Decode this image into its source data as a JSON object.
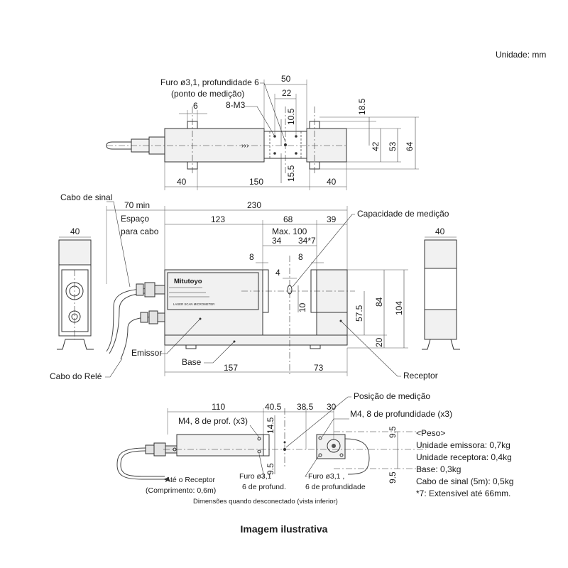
{
  "unit_label": "Unidade: mm",
  "caption": "Imagem ilustrativa",
  "top_view": {
    "hole_label_1": "Furo ø3,1, profundidade 6",
    "hole_label_2": "(ponto de medição)",
    "thread_label": "8-M3",
    "dims": {
      "d6": "6",
      "d50": "50",
      "d22": "22",
      "d10_5": "10.5",
      "d15_5": "15.5",
      "d18_5": "18.5",
      "d42": "42",
      "d53": "53",
      "d64": "64",
      "d40_left": "40",
      "d150": "150",
      "d40_right": "40"
    }
  },
  "front_view": {
    "signal_cable": "Cabo de sinal",
    "min_70": "70 min",
    "space_1": "Espaço",
    "space_2": "para cabo",
    "measure_capacity": "Capacidade de medição",
    "emitter": "Emissor",
    "base": "Base",
    "receiver": "Receptor",
    "relay_cable": "Cabo do Relé",
    "brand": "Mitutoyo",
    "product": "LASER SCAN MICROMETER",
    "dims": {
      "d230": "230",
      "d123": "123",
      "d68": "68",
      "d39": "39",
      "max100": "Max. 100",
      "d34a": "34",
      "d34b": "34*7",
      "d8a": "8",
      "d8b": "8",
      "d4": "4",
      "d10": "10",
      "d57_5": "57.5",
      "d84": "84",
      "d104": "104",
      "d20": "20",
      "d157": "157",
      "d73": "73",
      "d40_side_left": "40",
      "d40_side_right": "40"
    }
  },
  "bottom_view": {
    "position_label": "Posição de medição",
    "m4_left": "M4, 8 de prof. (x3)",
    "m4_right": "M4, 8 de profundidade (x3)",
    "hole_left_1": "Furo ø3,1",
    "hole_left_2": "6 de profund.",
    "hole_right_1": "Furo ø3,1 ,",
    "hole_right_2": "6 de profundidade",
    "to_receiver": "Até o Receptor",
    "length": "(Comprimento: 0,6m)",
    "disconnected": "Dimensões quando desconectado (vista inferior)",
    "dims": {
      "d110": "110",
      "d40_5": "40.5",
      "d38_5": "38.5",
      "d30": "30",
      "d14_5": "14.5",
      "d9_5a": "9.5",
      "d9_5b": "9.5",
      "d9_5c": "9.5"
    }
  },
  "weights": {
    "title": "<Peso>",
    "emitter": "Unidade emissora: 0,7kg",
    "receiver": "Unidade receptora: 0,4kg",
    "base": "Base: 0,3kg",
    "cable": "Cabo de sinal (5m): 0,5kg",
    "note": "*7: Extensível até 66mm."
  }
}
